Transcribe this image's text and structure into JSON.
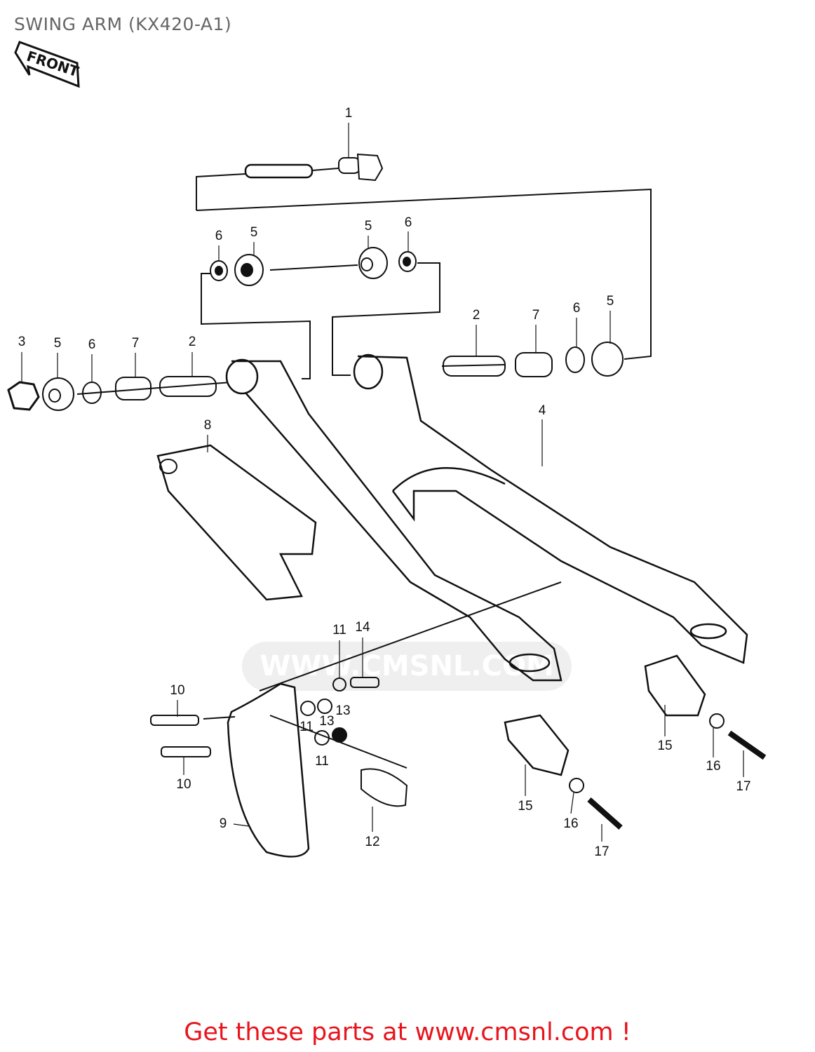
{
  "title": "SWING ARM (KX420-A1)",
  "front_marker": "FRONT",
  "watermark": "WWW.CMSNL.COM",
  "footer_link": "Get these parts at www.cmsnl.com !",
  "footer_color": "#e8141c",
  "callouts": [
    "1",
    "6",
    "5",
    "5",
    "6",
    "3",
    "5",
    "6",
    "7",
    "2",
    "2",
    "7",
    "6",
    "5",
    "4",
    "8",
    "10",
    "10",
    "11",
    "14",
    "11",
    "13",
    "13",
    "11",
    "9",
    "12",
    "15",
    "16",
    "17",
    "15",
    "16",
    "17"
  ]
}
